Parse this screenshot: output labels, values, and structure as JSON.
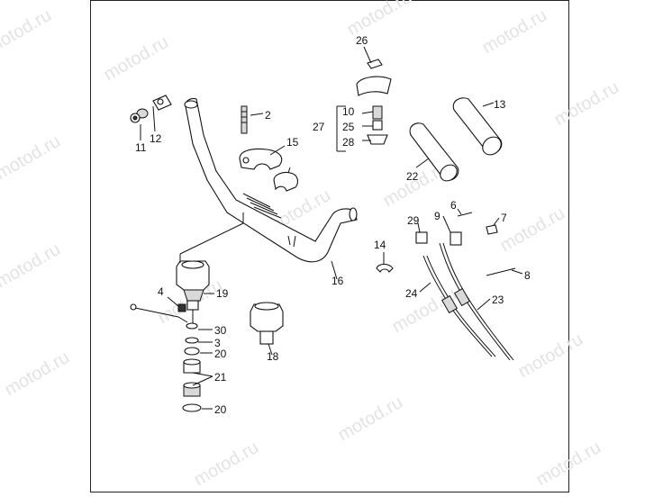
{
  "watermark": "motod.ru",
  "colors": {
    "border": "#222222",
    "line": "#111111",
    "watermark": "#e3e3e3"
  },
  "callouts": {
    "p2": "2",
    "p3": "3",
    "p4": "4",
    "p6": "6",
    "p7": "7",
    "p8": "8",
    "p9": "9",
    "p10": "10",
    "p11": "11",
    "p12": "12",
    "p13": "13",
    "p14": "14",
    "p15": "15",
    "p16": "16",
    "p18": "18",
    "p19": "19",
    "p20a": "20",
    "p20b": "20",
    "p21": "21",
    "p22": "22",
    "p23": "23",
    "p24": "24",
    "p25": "25",
    "p26": "26",
    "p27": "27",
    "p28": "28",
    "p29": "29",
    "p30": "30"
  }
}
